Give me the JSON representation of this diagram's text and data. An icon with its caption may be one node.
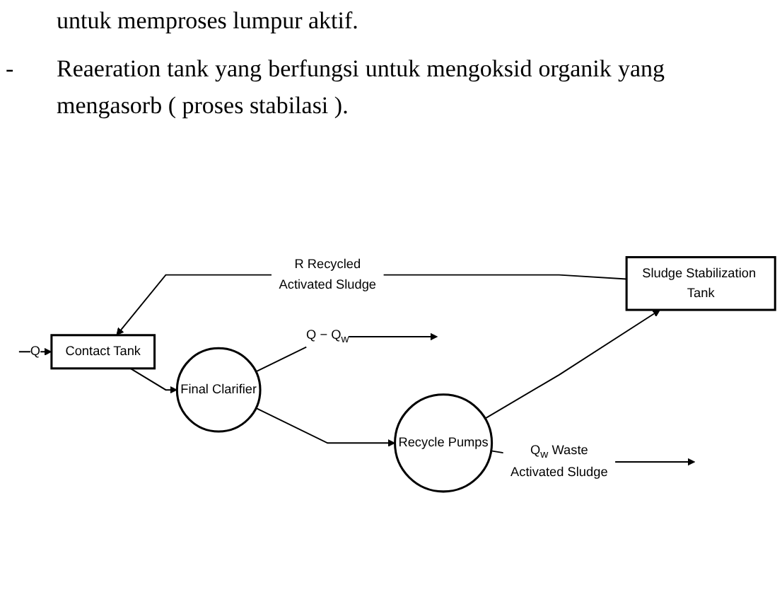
{
  "diagram": {
    "nodes": [
      {
        "text": [
          "Contact Tank"
        ]
      },
      {
        "text": [
          "Final Clarifier"
        ]
      },
      {
        "text": [
          "Recycle Pumps"
        ]
      },
      {
        "text": [
          "Sludge Stabilization Tank"
        ]
      }
    ],
    "edges": [
      {
        "from": null,
        "to": 0,
        "arrow": "to",
        "label": "Q"
      },
      {
        "from": 3,
        "to": 0,
        "arrow": "to",
        "label": "R Recycled Activated Sludge"
      },
      {
        "from": 0,
        "to": 1,
        "arrow": "to"
      },
      {
        "from": 1,
        "to": null,
        "arrow": "to",
        "label": "Q − Q$_{w}$"
      },
      {
        "from": 1,
        "to": 2,
        "arrow": "to"
      },
      {
        "from": 2,
        "to": 3,
        "arrow": "to"
      },
      {
        "from": 2,
        "to": null,
        "arrow": "to",
        "label": "Q$_{w}$ Waste Activated Sludge"
      }
    ],
    "labels": [
      "untuk memproses lumpur aktif.",
      "-",
      "Reaeration tank yang berfungsi untuk mengoksid organik yang mengasorb ( proses stabilasi )."
    ]
  }
}
